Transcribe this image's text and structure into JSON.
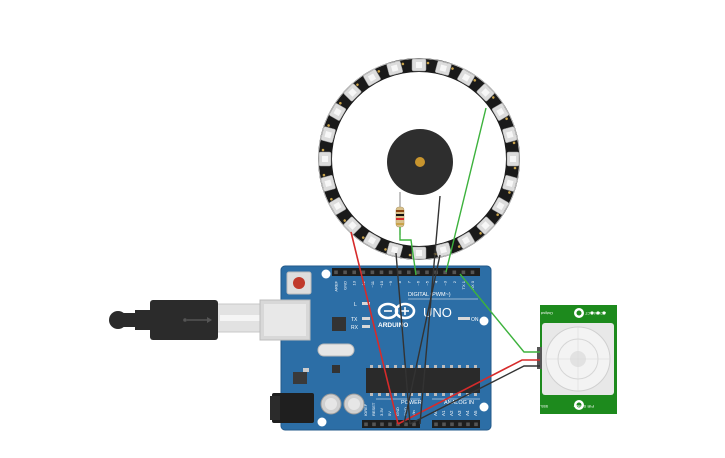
{
  "board": {
    "brand": "ARDUINO",
    "model": "UNO",
    "digital_label": "DIGITAL (PWM~)",
    "power_label": "POWER",
    "analog_label": "ANALOG IN",
    "on_label": "ON",
    "led_l": "L",
    "led_tx": "TX",
    "led_rx": "RX",
    "digital_pins": [
      "AREF",
      "GND",
      "13",
      "12",
      "~11",
      "~10",
      "~9",
      "8",
      "7",
      "~6",
      "~5",
      "4",
      "~3",
      "2",
      "TX 1",
      "RX 0"
    ],
    "power_pins": [
      "IOREF",
      "RESET",
      "3.3V",
      "5V",
      "GND",
      "GND",
      "Vin"
    ],
    "analog_pins": [
      "A0",
      "A1",
      "A2",
      "A3",
      "A4",
      "A5"
    ]
  },
  "pir": {
    "label_top": "Output",
    "label_bottom": "PIR Sensor",
    "code_top": "ACUM-ACT",
    "code_bottom": "555-28027"
  },
  "ring": {
    "led_count": 24
  },
  "colors": {
    "board": "#2c6ea6",
    "board_dark": "#23598a",
    "ring": "#1a1a1a",
    "led": "#dcdcdc",
    "pir_board": "#1d8a1d",
    "wire_red": "#d62b2b",
    "wire_black": "#333333",
    "wire_green": "#3db23d",
    "buzzer": "#2e2e2e",
    "buzzer_pin": "#c8952e"
  },
  "icons": [
    "infinity-logo-icon",
    "usb-cable-icon",
    "reset-button-icon"
  ]
}
